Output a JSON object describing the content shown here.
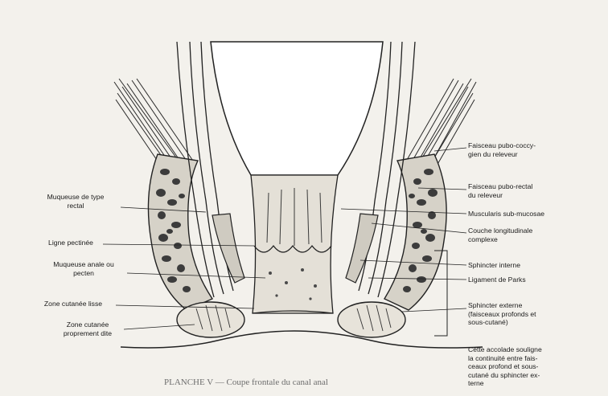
{
  "labels_left": [
    {
      "key": "muqueuse_rectal",
      "text": "Muqueuse de type\nrectal"
    },
    {
      "key": "ligne_pectinee",
      "text": "Ligne pectinée"
    },
    {
      "key": "muqueuse_anale",
      "text": "Muqueuse anale ou\npecten"
    },
    {
      "key": "zone_cutanee_lisse",
      "text": "Zone cutanée lisse"
    },
    {
      "key": "zone_cutanee_proprement",
      "text": "Zone cutanée\nproprement dite"
    }
  ],
  "labels_right": [
    {
      "key": "faisceau_pubo_coccygien",
      "text": "Faisceau pubo-coccy-\ngien du releveur"
    },
    {
      "key": "faisceau_pubo_rectal",
      "text": "Faisceau pubo-rectal\ndu releveur"
    },
    {
      "key": "muscularis",
      "text": "Muscularis sub-mucosae"
    },
    {
      "key": "couche_longitudinale",
      "text": "Couche longitudinale\ncomplexe"
    },
    {
      "key": "sphincter_interne",
      "text": "Sphincter interne"
    },
    {
      "key": "ligament_parks",
      "text": "Ligament de Parks"
    },
    {
      "key": "sphincter_externe",
      "text": "Sphincter externe\n(faisceaux profonds et\nsous-cutané)"
    }
  ],
  "note": "Cette accolade souligne\nla continuité entre fais-\nceaux profond et sous-\ncutané du sphincter ex-\nterne",
  "caption": {
    "plate": "PLANCHE V",
    "title": "Coupe frontale du canal anal"
  }
}
